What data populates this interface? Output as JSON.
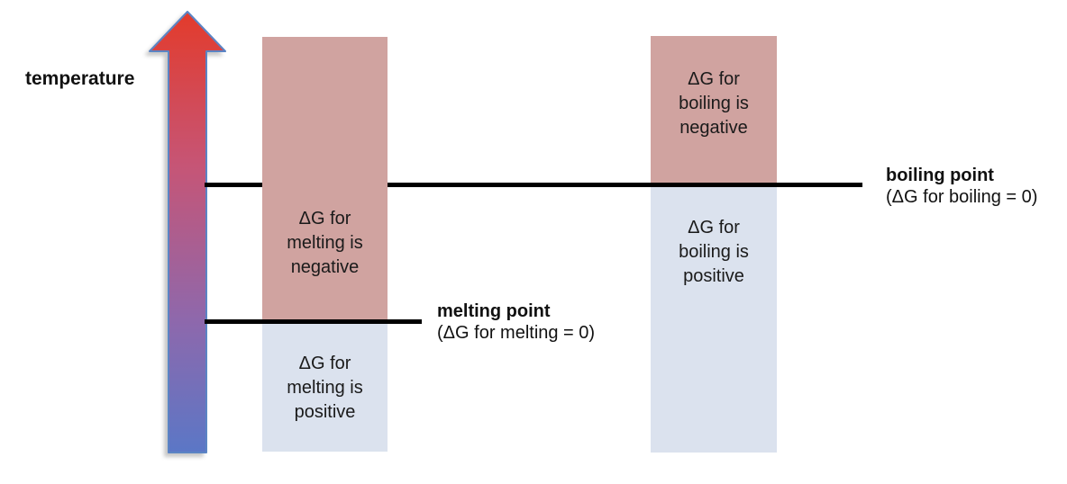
{
  "diagram": {
    "axis_label": "temperature",
    "bars": {
      "melting": {
        "negative": {
          "lines": [
            "ΔG for",
            "melting is",
            "negative"
          ]
        },
        "positive": {
          "lines": [
            "ΔG for",
            "melting is",
            "positive"
          ]
        }
      },
      "boiling": {
        "negative": {
          "lines": [
            "ΔG for",
            "boiling is",
            "negative"
          ]
        },
        "positive": {
          "lines": [
            "ΔG for",
            "boiling is",
            "positive"
          ]
        }
      }
    },
    "melting_point": {
      "title": "melting point",
      "subtitle": "(ΔG for melting = 0)"
    },
    "boiling_point": {
      "title": "boiling point",
      "subtitle": "(ΔG for boiling = 0)"
    },
    "colors": {
      "negative_region": "#d0a3a0",
      "positive_region": "#dbe2ee",
      "phase_line": "#000000",
      "text": "#1a1a1a",
      "arrow_gradient_top": "#e33b2b",
      "arrow_gradient_mid1": "#c65576",
      "arrow_gradient_mid2": "#8e68ac",
      "arrow_gradient_bottom": "#5b77c6",
      "arrow_border": "#5b84c4"
    }
  }
}
